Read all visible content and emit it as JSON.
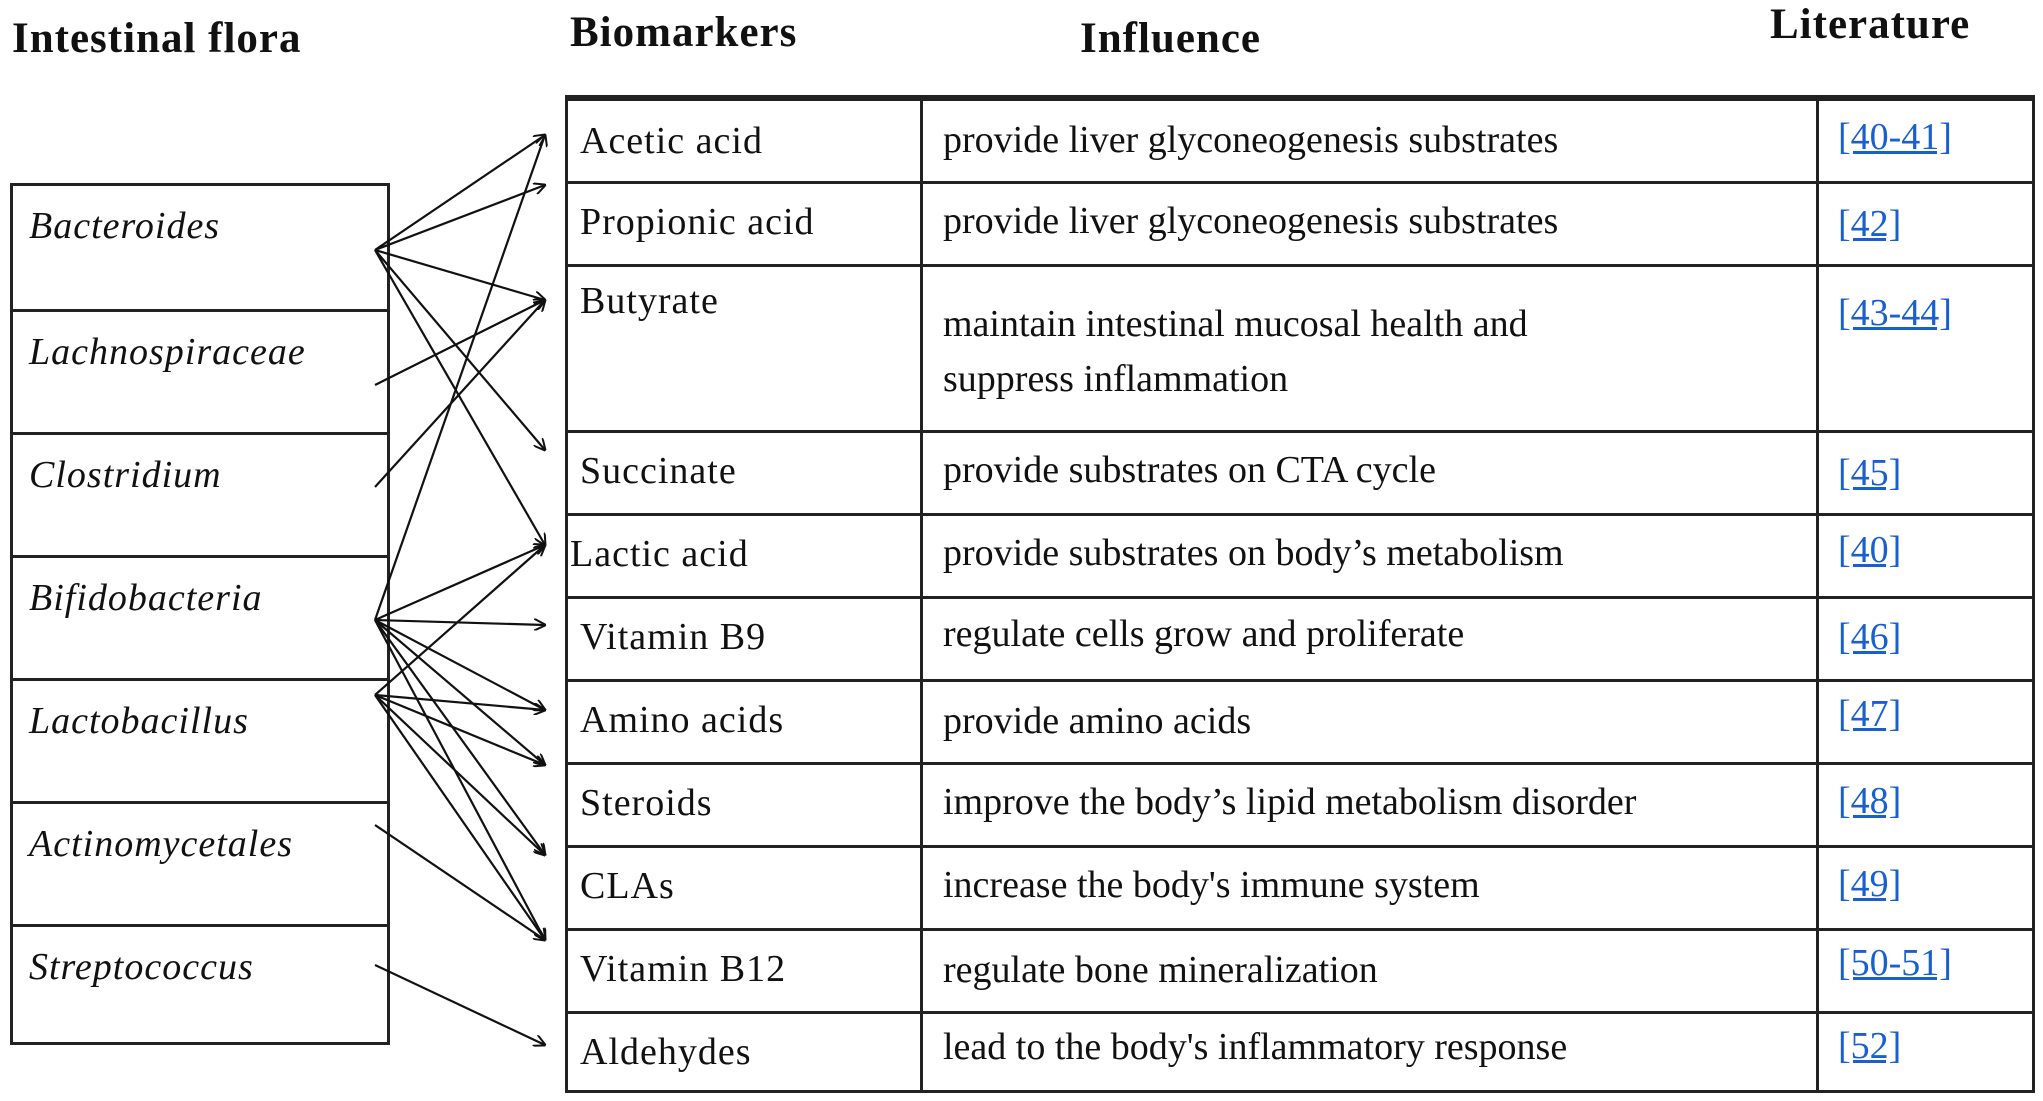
{
  "headers": {
    "flora": "Intestinal flora",
    "biomarkers": "Biomarkers",
    "influence": "Influence",
    "literature": "Literature"
  },
  "flora": [
    "Bacteroides",
    "Lachnospiraceae",
    "Clostridium",
    "Bifidobacteria",
    "Lactobacillus",
    "Actinomycetales",
    "Streptococcus"
  ],
  "rows": [
    {
      "biomarker": "Acetic acid",
      "influence": "provide liver glyconeogenesis substrates",
      "ref": "[40-41]"
    },
    {
      "biomarker": "Propionic acid",
      "influence": "provide liver glyconeogenesis substrates",
      "ref": "[42]"
    },
    {
      "biomarker": "Butyrate",
      "influence_line1": " maintain intestinal mucosal health and",
      "influence_line2": "suppress inflammation",
      "ref": "[43-44]"
    },
    {
      "biomarker": "Succinate",
      "influence": "provide substrates on CTA cycle",
      "ref": "[45]"
    },
    {
      "biomarker": "Lactic acid",
      "influence": "provide substrates on body’s metabolism",
      "ref": "[40]"
    },
    {
      "biomarker": "Vitamin B9",
      "influence": "regulate cells grow and proliferate",
      "ref": "[46]"
    },
    {
      "biomarker": "Amino acids",
      "influence": "provide amino acids",
      "ref": "[47]"
    },
    {
      "biomarker": "Steroids",
      "influence": "improve the body’s lipid metabolism disorder",
      "ref": "[48]"
    },
    {
      "biomarker": "CLAs",
      "influence": "increase the body's immune system",
      "ref": "[49]"
    },
    {
      "biomarker": "Vitamin B12",
      "influence": "regulate bone mineralization",
      "ref": "[50-51]"
    },
    {
      "biomarker": "Aldehydes",
      "influence": "lead to the body's inflammatory response",
      "ref": "[52]"
    }
  ],
  "links": [
    [
      0,
      0
    ],
    [
      0,
      1
    ],
    [
      0,
      2
    ],
    [
      0,
      3
    ],
    [
      0,
      4
    ],
    [
      1,
      2
    ],
    [
      2,
      2
    ],
    [
      3,
      0
    ],
    [
      3,
      4
    ],
    [
      3,
      5
    ],
    [
      3,
      6
    ],
    [
      3,
      7
    ],
    [
      3,
      8
    ],
    [
      3,
      9
    ],
    [
      4,
      4
    ],
    [
      4,
      6
    ],
    [
      4,
      7
    ],
    [
      4,
      8
    ],
    [
      4,
      9
    ],
    [
      5,
      9
    ],
    [
      6,
      10
    ]
  ]
}
